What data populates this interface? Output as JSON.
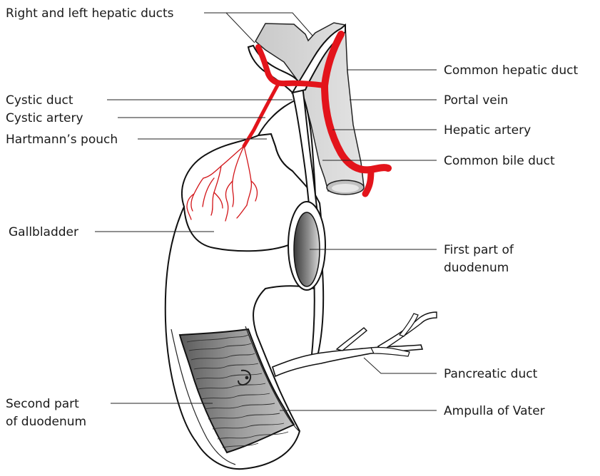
{
  "labels": {
    "hepatic_ducts": "Right and left hepatic ducts",
    "cystic_duct": "Cystic duct",
    "cystic_artery": "Cystic artery",
    "hartmanns_pouch": "Hartmann’s pouch",
    "gallbladder": "Gallbladder",
    "second_part_line1": "Second part",
    "second_part_line2": "of duodenum",
    "common_hepatic_duct": "Common hepatic duct",
    "portal_vein": "Portal vein",
    "hepatic_artery": "Hepatic artery",
    "common_bile_duct": "Common bile duct",
    "first_part_line1": "First part of",
    "first_part_line2": "duodenum",
    "pancreatic_duct": "Pancreatic duct",
    "ampulla": "Ampulla of Vater"
  },
  "colors": {
    "artery": "#e3141b",
    "portal_vein_fill": "#d6d6d6",
    "lumen_dark": "#555555",
    "outline": "#111111"
  }
}
